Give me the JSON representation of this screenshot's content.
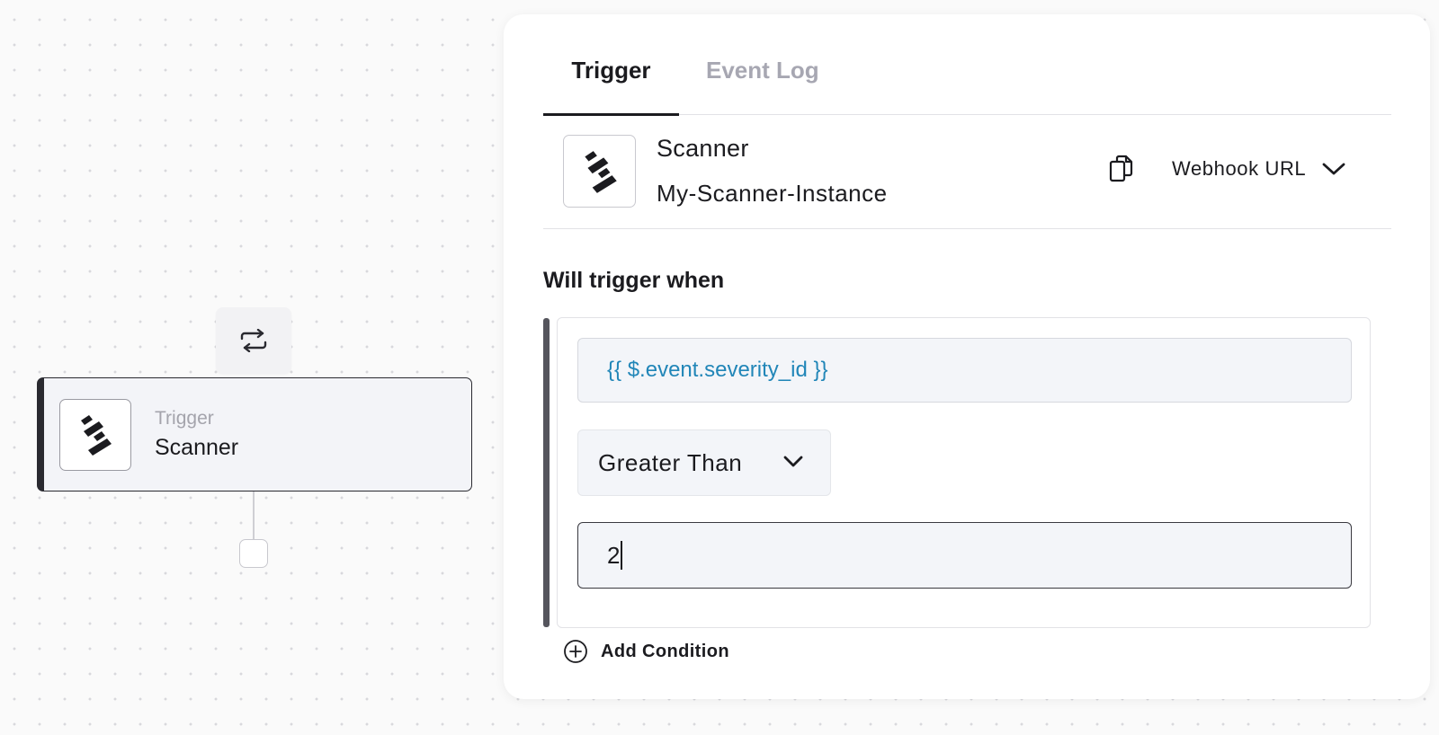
{
  "canvas": {
    "trigger_node": {
      "type_label": "Trigger",
      "name": "Scanner",
      "logo_icon": "scanner-logo-icon"
    },
    "action_icon": "repeat-icon"
  },
  "panel": {
    "tabs": [
      {
        "label": "Trigger",
        "active": true
      },
      {
        "label": "Event Log",
        "active": false
      }
    ],
    "app": {
      "name": "Scanner",
      "instance": "My-Scanner-Instance",
      "copy_icon": "copy-icon",
      "webhook_label": "Webhook URL"
    },
    "conditions": {
      "title": "Will trigger when",
      "expression": "{{ $.event.severity_id }}",
      "operator": "Greater Than",
      "value": "2",
      "add_label": "Add Condition"
    }
  },
  "colors": {
    "accent_dark": "#2a2a30",
    "expression_text": "#2186b8",
    "inactive_tab": "#a7a7b2",
    "field_bg": "#f3f5f9"
  }
}
